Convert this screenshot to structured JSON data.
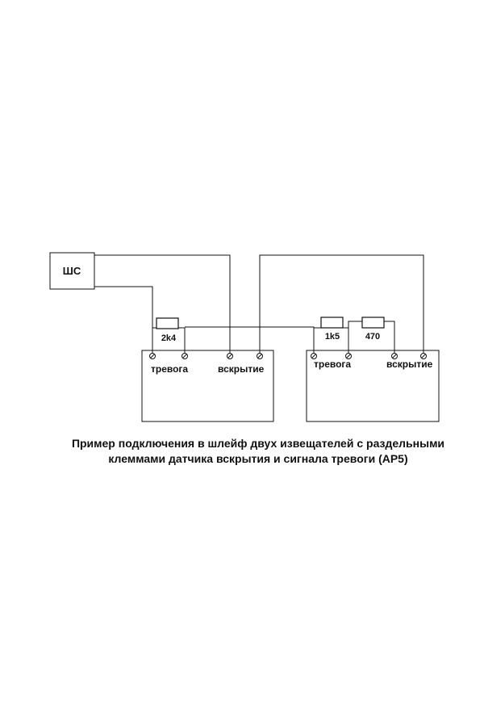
{
  "diagram": {
    "loop_label": "ШС",
    "detector1": {
      "alarm_label": "тревога",
      "tamper_label": "вскрытие",
      "resistor_label": "2k4"
    },
    "detector2": {
      "alarm_label": "тревога",
      "tamper_label": "вскрытие",
      "resistor1_label": "1k5",
      "resistor2_label": "470"
    }
  },
  "caption": {
    "line1": "Пример подключения в шлейф двух извещателей с раздельными",
    "line2": "клеммами датчика вскрытия и сигнала тревоги (АР5)"
  }
}
